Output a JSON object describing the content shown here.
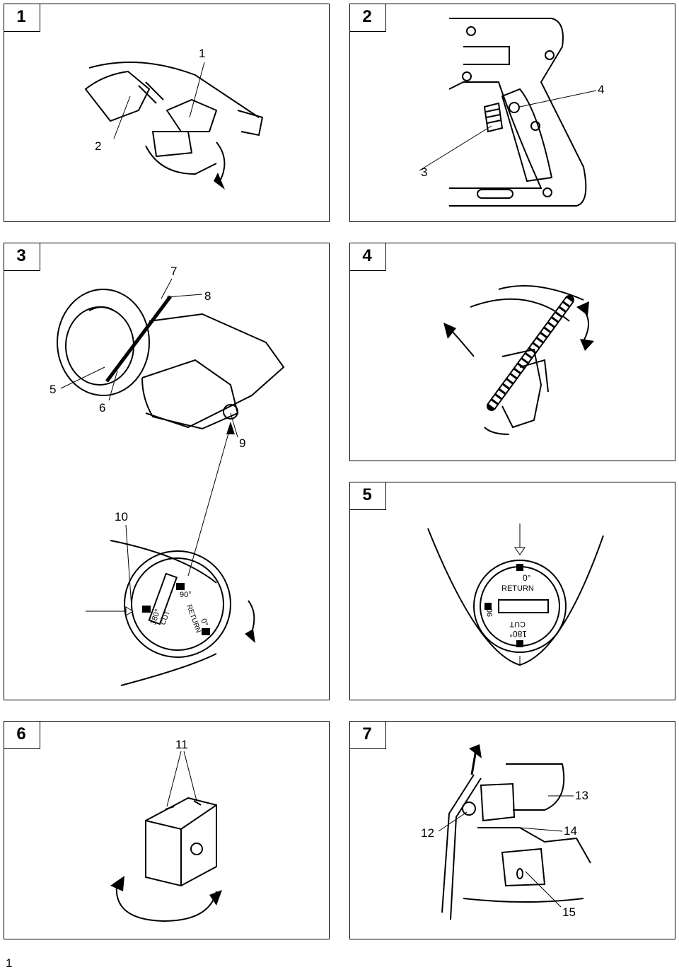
{
  "page_number": "1",
  "figures": [
    {
      "number": "1",
      "callouts": [
        "1",
        "2"
      ]
    },
    {
      "number": "2",
      "callouts": [
        "3",
        "4"
      ]
    },
    {
      "number": "3",
      "callouts": [
        "5",
        "6",
        "7",
        "8",
        "9",
        "10"
      ],
      "dial": {
        "labels": [
          "180°",
          "CUT",
          "90°",
          "RETURN",
          "0°"
        ]
      }
    },
    {
      "number": "4",
      "callouts": []
    },
    {
      "number": "5",
      "callouts": [],
      "dial": {
        "labels": [
          "0°",
          "RETURN",
          "90°",
          "CUT",
          "180°"
        ]
      }
    },
    {
      "number": "6",
      "callouts": [
        "11"
      ]
    },
    {
      "number": "7",
      "callouts": [
        "12",
        "13",
        "14",
        "15"
      ]
    }
  ]
}
